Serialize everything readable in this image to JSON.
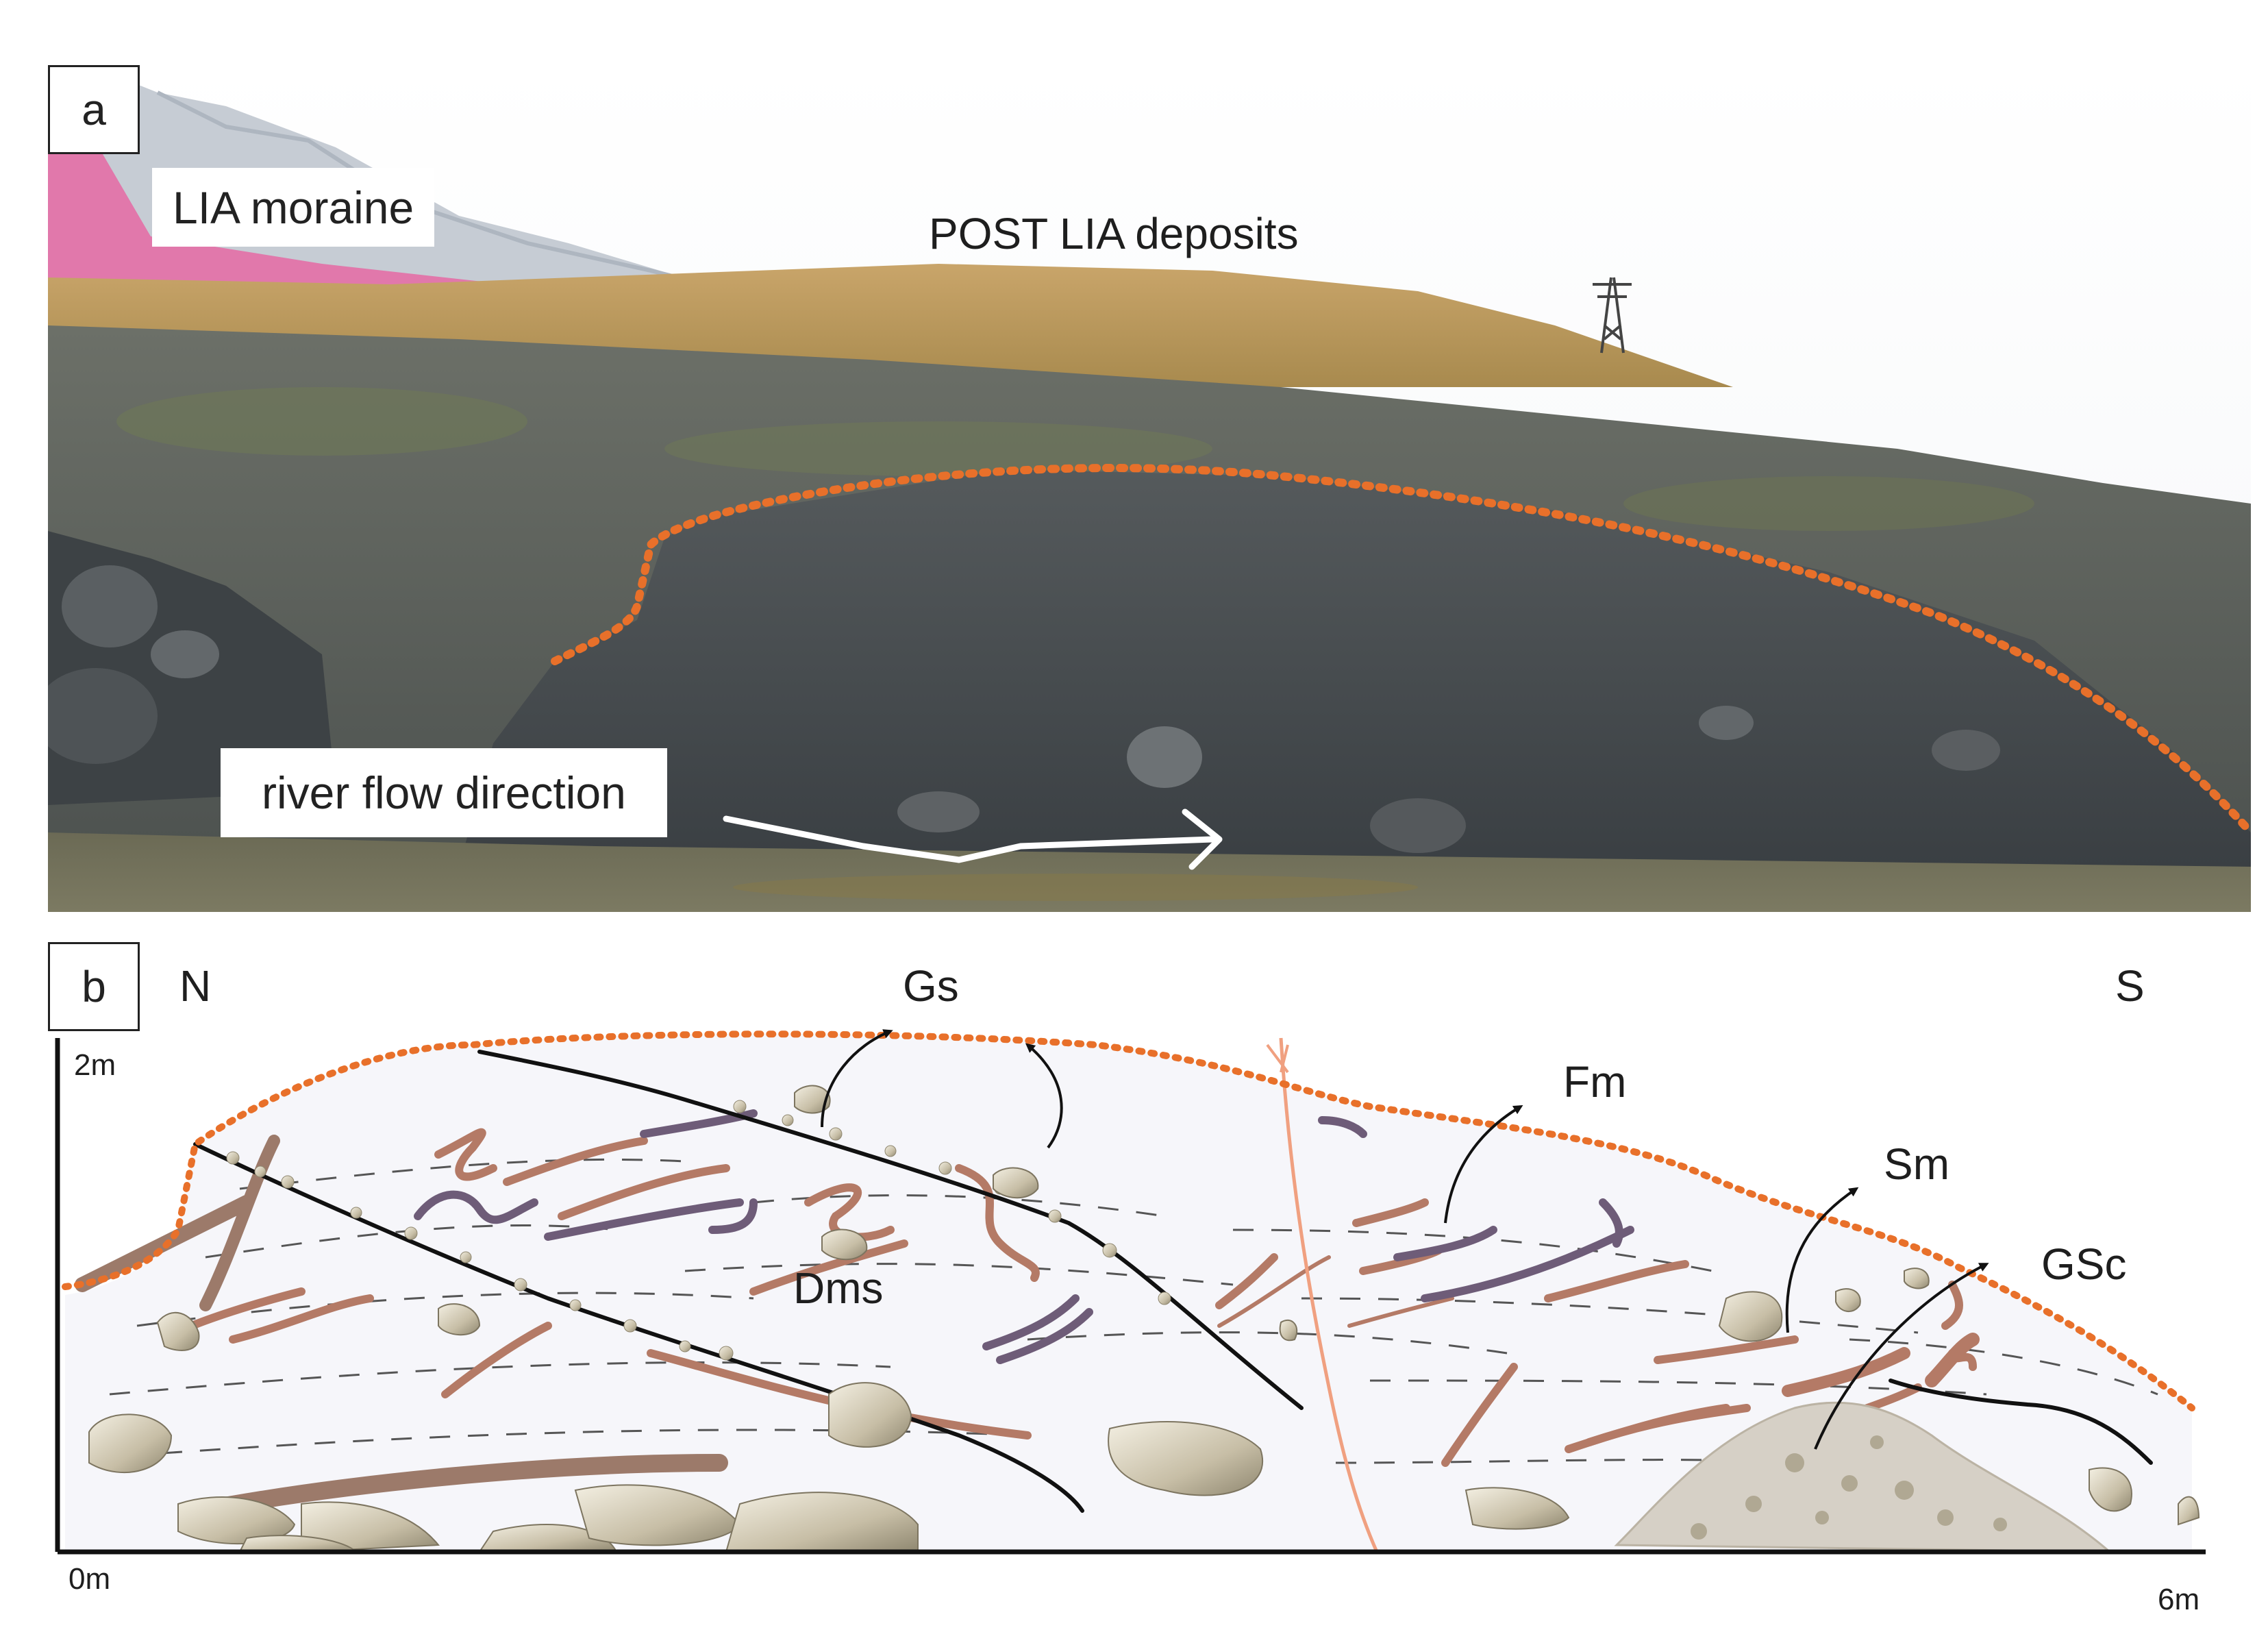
{
  "panel_a": {
    "panel_label": "a",
    "lia_moraine": "LIA  moraine",
    "post_lia": "POST LIA deposits",
    "river_flow": "river flow direction"
  },
  "panel_b": {
    "panel_label": "b",
    "north": "N",
    "south": "S",
    "scale_top": "2m",
    "scale_origin": "0m",
    "scale_end": "6m",
    "facies": {
      "gs": "Gs",
      "fm": "Fm",
      "sm": "Sm",
      "gsc": "GSc",
      "dms": "Dms"
    }
  },
  "colors": {
    "contact_line": "#e8702a",
    "fault": "#f0a080",
    "lamina_brown": "#b47a66",
    "lamina_purple": "#6e5c78",
    "clast": "#c8c0a8",
    "moraine_overlay": "#e36fa6"
  }
}
